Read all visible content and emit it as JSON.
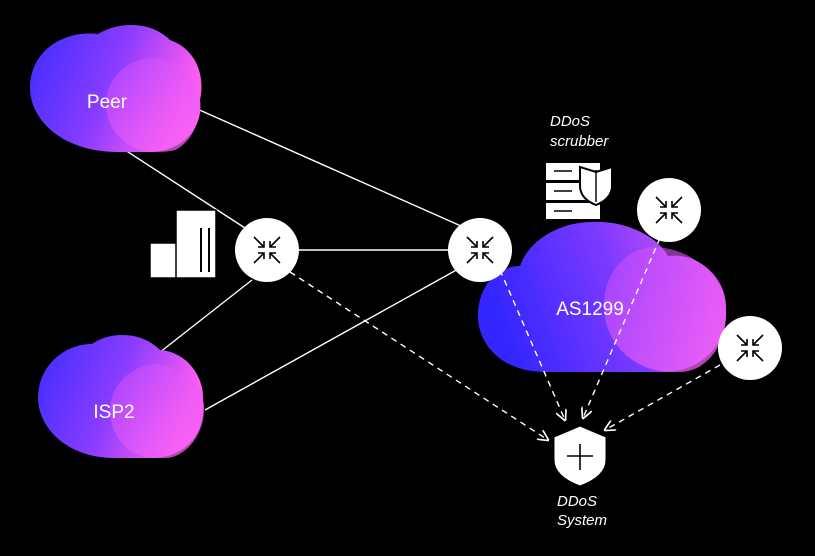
{
  "clouds": {
    "peer": {
      "label": "Peer"
    },
    "isp2": {
      "label": "ISP2"
    },
    "as1299": {
      "label": "AS1299"
    }
  },
  "scrubber": {
    "line1": "DDoS",
    "line2": "scrubber"
  },
  "ddos_system": {
    "line1": "DDoS",
    "line2": "System"
  },
  "colors": {
    "background": "#000000",
    "gradient_start": "#3a2cff",
    "gradient_mid": "#8f3cff",
    "gradient_end": "#ff5cf0",
    "link": "#ffffff"
  },
  "icons": [
    "router-icon",
    "building-icon",
    "server-shield-icon",
    "shield-plus-icon"
  ]
}
